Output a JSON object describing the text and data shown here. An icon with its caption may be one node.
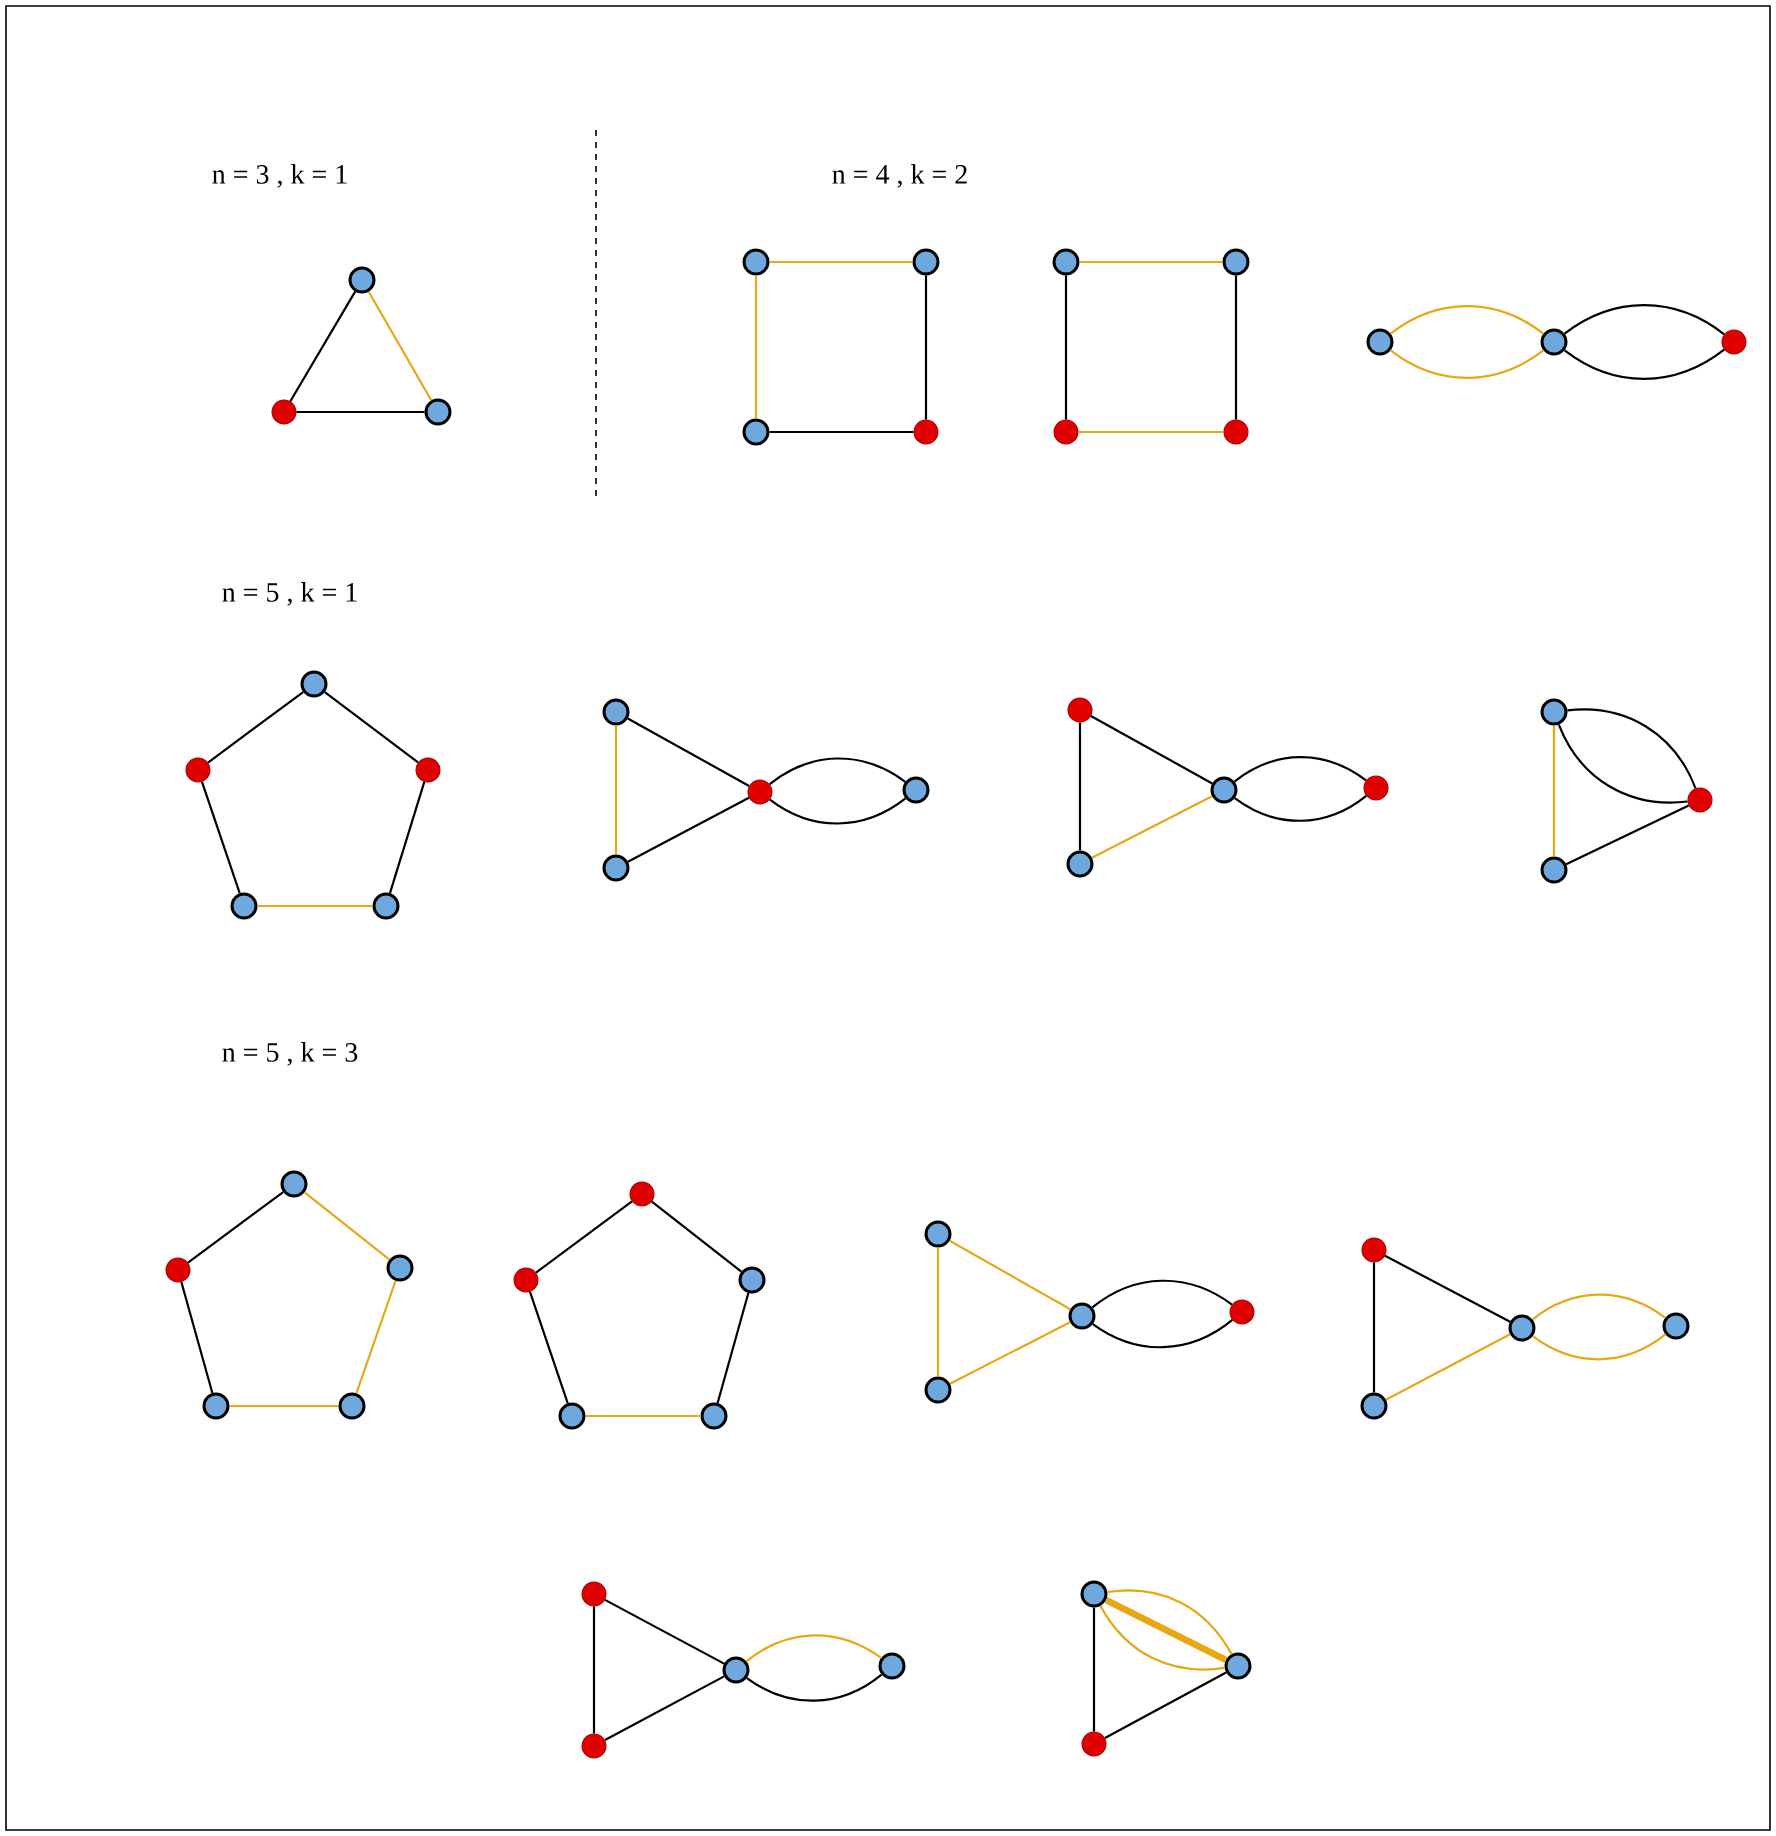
{
  "diagram": {
    "nodes": [
      {
        "text": [],
        "shape": "circle"
      },
      {
        "text": [],
        "shape": "circle"
      },
      {
        "text": [],
        "shape": "circle"
      },
      {
        "text": [],
        "shape": "circle"
      },
      {
        "text": [],
        "shape": "circle"
      },
      {
        "text": [],
        "shape": "circle"
      },
      {
        "text": [],
        "shape": "circle"
      },
      {
        "text": [],
        "shape": "circle"
      },
      {
        "text": [],
        "shape": "circle"
      },
      {
        "text": [],
        "shape": "circle"
      },
      {
        "text": [],
        "shape": "circle"
      },
      {
        "text": [],
        "shape": "circle"
      },
      {
        "text": [],
        "shape": "circle"
      },
      {
        "text": [],
        "shape": "circle"
      },
      {
        "text": [],
        "shape": "circle"
      },
      {
        "text": [],
        "shape": "circle"
      },
      {
        "text": [],
        "shape": "circle"
      },
      {
        "text": [],
        "shape": "circle"
      },
      {
        "text": [],
        "shape": "circle"
      },
      {
        "text": [],
        "shape": "circle"
      },
      {
        "text": [],
        "shape": "circle"
      },
      {
        "text": [],
        "shape": "circle"
      },
      {
        "text": [],
        "shape": "circle"
      },
      {
        "text": [],
        "shape": "circle"
      },
      {
        "text": [],
        "shape": "circle"
      },
      {
        "text": [],
        "shape": "circle"
      },
      {
        "text": [],
        "shape": "circle"
      },
      {
        "text": [],
        "shape": "circle"
      },
      {
        "text": [],
        "shape": "circle"
      },
      {
        "text": [],
        "shape": "circle"
      },
      {
        "text": [],
        "shape": "circle"
      },
      {
        "text": [],
        "shape": "circle"
      },
      {
        "text": [],
        "shape": "circle"
      },
      {
        "text": [],
        "shape": "circle"
      },
      {
        "text": [],
        "shape": "circle"
      },
      {
        "text": [],
        "shape": "circle"
      },
      {
        "text": [],
        "shape": "circle"
      },
      {
        "text": [],
        "shape": "circle"
      },
      {
        "text": [],
        "shape": "circle"
      },
      {
        "text": [],
        "shape": "circle"
      },
      {
        "text": [],
        "shape": "circle"
      },
      {
        "text": [],
        "shape": "circle"
      },
      {
        "text": [],
        "shape": "circle"
      },
      {
        "text": [],
        "shape": "circle"
      },
      {
        "text": [],
        "shape": "circle"
      },
      {
        "text": [],
        "shape": "circle"
      },
      {
        "text": [],
        "shape": "circle"
      },
      {
        "text": [],
        "shape": "circle"
      },
      {
        "text": [],
        "shape": "circle"
      },
      {
        "text": [],
        "shape": "circle"
      },
      {
        "text": [],
        "shape": "circle"
      },
      {
        "text": [],
        "shape": "circle"
      },
      {
        "text": [],
        "shape": "circle"
      },
      {
        "text": [],
        "shape": "circle"
      },
      {
        "text": [],
        "shape": "circle"
      }
    ],
    "edges": [
      {
        "from": 0,
        "to": 1,
        "arrow": "none"
      },
      {
        "from": 0,
        "to": 2,
        "arrow": "none",
        "color": "#e6a817"
      },
      {
        "from": 1,
        "to": 2,
        "arrow": "none"
      },
      {
        "from": 3,
        "to": 4,
        "arrow": "none",
        "color": "#e6a817"
      },
      {
        "from": 3,
        "to": 5,
        "arrow": "none",
        "color": "#e6a817"
      },
      {
        "from": 4,
        "to": 6,
        "arrow": "none"
      },
      {
        "from": 5,
        "to": 6,
        "arrow": "none"
      },
      {
        "from": 7,
        "to": 8,
        "arrow": "none",
        "color": "#e6a817"
      },
      {
        "from": 7,
        "to": 9,
        "arrow": "none"
      },
      {
        "from": 8,
        "to": 10,
        "arrow": "none"
      },
      {
        "from": 9,
        "to": 10,
        "arrow": "none",
        "color": "#e6a817"
      },
      {
        "from": 11,
        "to": 12,
        "arrow": "none",
        "color": "#e6a817"
      },
      {
        "from": 11,
        "to": 12,
        "arrow": "none",
        "color": "#e6a817"
      },
      {
        "from": 12,
        "to": 13,
        "arrow": "none"
      },
      {
        "from": 12,
        "to": 13,
        "arrow": "none"
      },
      {
        "from": 14,
        "to": 15,
        "arrow": "none"
      },
      {
        "from": 14,
        "to": 16,
        "arrow": "none"
      },
      {
        "from": 15,
        "to": 17,
        "arrow": "none"
      },
      {
        "from": 16,
        "to": 18,
        "arrow": "none"
      },
      {
        "from": 17,
        "to": 18,
        "arrow": "none",
        "color": "#e6a817"
      },
      {
        "from": 19,
        "to": 20,
        "arrow": "none",
        "color": "#e6a817"
      },
      {
        "from": 19,
        "to": 21,
        "arrow": "none"
      },
      {
        "from": 20,
        "to": 21,
        "arrow": "none"
      },
      {
        "from": 21,
        "to": 22,
        "arrow": "none"
      },
      {
        "from": 21,
        "to": 22,
        "arrow": "none"
      },
      {
        "from": 23,
        "to": 24,
        "arrow": "none"
      },
      {
        "from": 23,
        "to": 25,
        "arrow": "none"
      },
      {
        "from": 24,
        "to": 25,
        "arrow": "none",
        "color": "#e6a817"
      },
      {
        "from": 25,
        "to": 26,
        "arrow": "none"
      },
      {
        "from": 25,
        "to": 26,
        "arrow": "none"
      },
      {
        "from": 27,
        "to": 28,
        "arrow": "none",
        "color": "#e6a817"
      },
      {
        "from": 28,
        "to": 29,
        "arrow": "none"
      },
      {
        "from": 27,
        "to": 29,
        "arrow": "none"
      },
      {
        "from": 27,
        "to": 29,
        "arrow": "none"
      },
      {
        "from": 30,
        "to": 31,
        "arrow": "none"
      },
      {
        "from": 30,
        "to": 32,
        "arrow": "none",
        "color": "#e6a817"
      },
      {
        "from": 31,
        "to": 33,
        "arrow": "none"
      },
      {
        "from": 32,
        "to": 34,
        "arrow": "none",
        "color": "#e6a817"
      },
      {
        "from": 33,
        "to": 34,
        "arrow": "none",
        "color": "#e6a817"
      },
      {
        "from": 35,
        "to": 36,
        "arrow": "none"
      },
      {
        "from": 35,
        "to": 37,
        "arrow": "none"
      },
      {
        "from": 36,
        "to": 38,
        "arrow": "none"
      },
      {
        "from": 37,
        "to": 39,
        "arrow": "none"
      },
      {
        "from": 38,
        "to": 39,
        "arrow": "none",
        "color": "#e6a817"
      },
      {
        "from": 40,
        "to": 41,
        "arrow": "none",
        "color": "#e6a817"
      },
      {
        "from": 40,
        "to": 42,
        "arrow": "none",
        "color": "#e6a817"
      },
      {
        "from": 41,
        "to": 42,
        "arrow": "none",
        "color": "#e6a817"
      },
      {
        "from": 42,
        "to": 43,
        "arrow": "none"
      },
      {
        "from": 42,
        "to": 43,
        "arrow": "none"
      },
      {
        "from": 44,
        "to": 45,
        "arrow": "none"
      },
      {
        "from": 44,
        "to": 46,
        "arrow": "none"
      },
      {
        "from": 45,
        "to": 46,
        "arrow": "none",
        "color": "#e6a817"
      },
      {
        "from": 46,
        "to": 47,
        "arrow": "none",
        "color": "#e6a817"
      },
      {
        "from": 46,
        "to": 47,
        "arrow": "none",
        "color": "#e6a817"
      },
      {
        "from": 48,
        "to": 49,
        "arrow": "none"
      },
      {
        "from": 48,
        "to": 50,
        "arrow": "none"
      },
      {
        "from": 49,
        "to": 50,
        "arrow": "none"
      },
      {
        "from": 50,
        "to": 51,
        "arrow": "none",
        "color": "#e6a817"
      },
      {
        "from": 50,
        "to": 51,
        "arrow": "none"
      },
      {
        "from": 52,
        "to": 53,
        "arrow": "none"
      },
      {
        "from": 53,
        "to": 54,
        "arrow": "none"
      },
      {
        "from": 52,
        "to": 54,
        "arrow": "none",
        "color": "#e6a817"
      },
      {
        "from": 52,
        "to": 54,
        "arrow": "none",
        "style": "thick",
        "color": "#e6a817"
      },
      {
        "from": 52,
        "to": 54,
        "arrow": "none",
        "color": "#e6a817"
      }
    ],
    "labels": [
      "n = 3 , k = 1",
      "n = 4 , k = 2",
      "n = 5 , k = 1",
      "n = 5 , k = 3"
    ]
  }
}
